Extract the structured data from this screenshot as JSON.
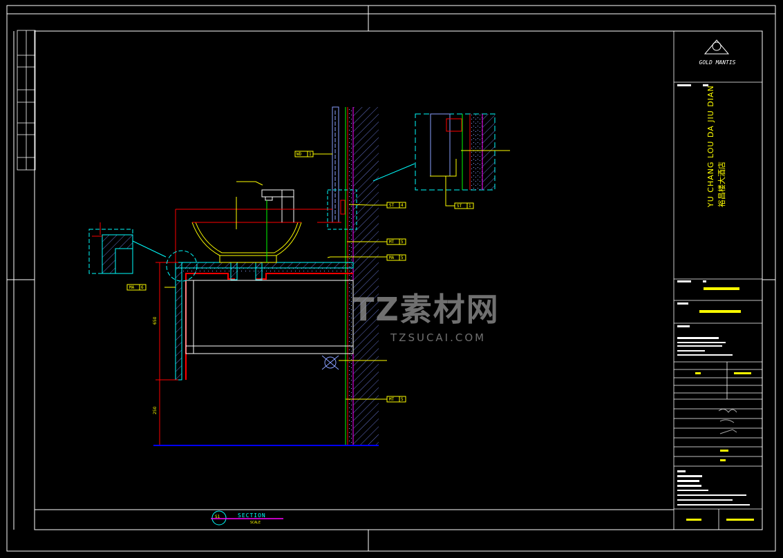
{
  "drawing": {
    "project_title": "YU CHANG LOU DA JIU DIAN",
    "project_title_cn": "裕昌楼大酒店",
    "section_label": "SECTION",
    "scale_label": "SCALE",
    "section_id": "S1",
    "logo_text": "GOLD MANTIS"
  },
  "tags": [
    {
      "code": "WD",
      "num": "1"
    },
    {
      "code": "ST",
      "num": "4"
    },
    {
      "code": "MT",
      "num": "5"
    },
    {
      "code": "MA",
      "num": "5"
    },
    {
      "code": "MA",
      "num": "6"
    },
    {
      "code": "MT",
      "num": "5"
    },
    {
      "code": "ST",
      "num": "1"
    }
  ],
  "watermark": {
    "main": "TZ素材网",
    "sub": "TZSUCAI.COM"
  },
  "colors": {
    "background": "#000000",
    "frame": "#ffffff",
    "text": "#ffff00",
    "hatch": "#8aa0ff",
    "outline": "#00ffff",
    "dim": "#ff0000",
    "center": "#00ff00",
    "wall": "#ff00ff",
    "floor": "#0000ff"
  }
}
